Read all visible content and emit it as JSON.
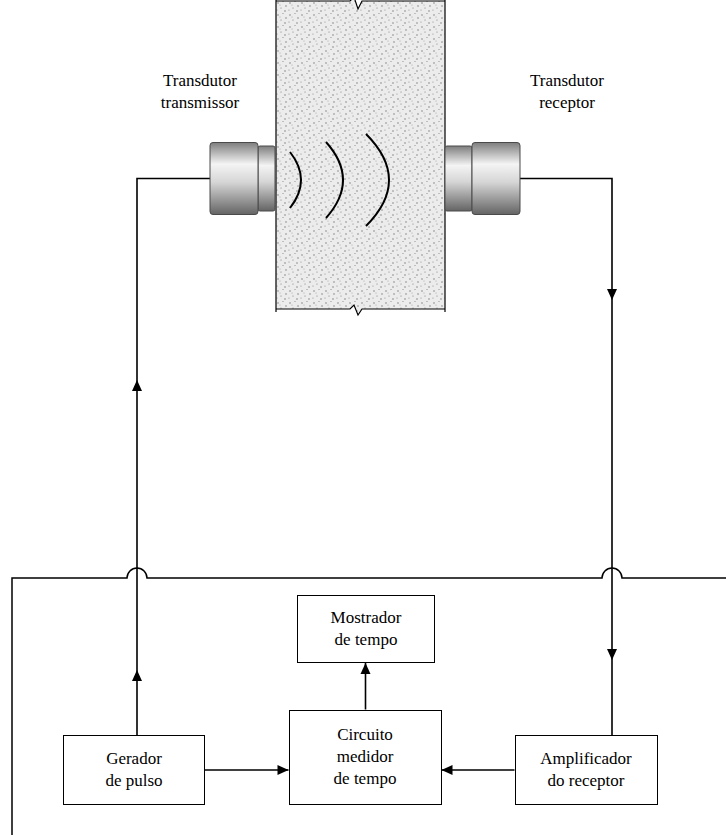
{
  "diagram": {
    "nodes": [
      {
        "text": [
          "Transdutor transmissor"
        ]
      },
      {
        "text": [
          "Transdutor receptor"
        ]
      },
      {
        "text": [
          "Mostrador de tempo"
        ]
      },
      {
        "text": [
          "Gerador de pulso"
        ]
      },
      {
        "text": [
          "Circuito medidor de tempo"
        ]
      },
      {
        "text": [
          "Amplificador do receptor"
        ]
      }
    ],
    "edges": [
      {
        "from": 3,
        "to": 0,
        "arrow": "to"
      },
      {
        "from": 1,
        "to": 5,
        "arrow": "to"
      },
      {
        "from": 3,
        "to": 4,
        "arrow": "to"
      },
      {
        "from": 5,
        "to": 4,
        "arrow": "to"
      },
      {
        "from": 4,
        "to": 2,
        "arrow": "to"
      }
    ]
  }
}
